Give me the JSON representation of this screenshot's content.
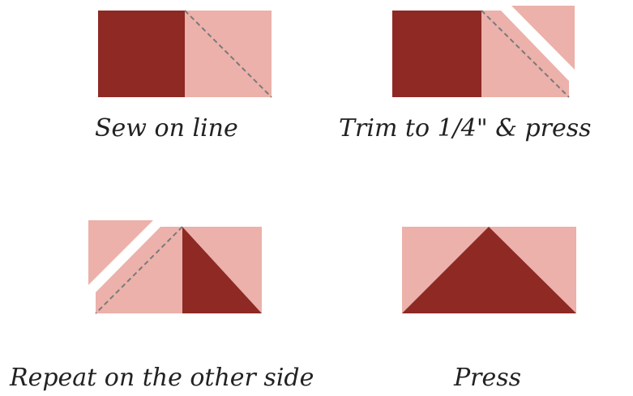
{
  "colors": {
    "dark": "#8e2924",
    "light": "#ebb1aa",
    "seam_line": "#7a7a7a",
    "background": "#ffffff"
  },
  "steps": [
    {
      "caption": "Sew on line"
    },
    {
      "caption": "Trim to 1/4\" & press"
    },
    {
      "caption": "Repeat on the other side"
    },
    {
      "caption": "Press"
    }
  ]
}
